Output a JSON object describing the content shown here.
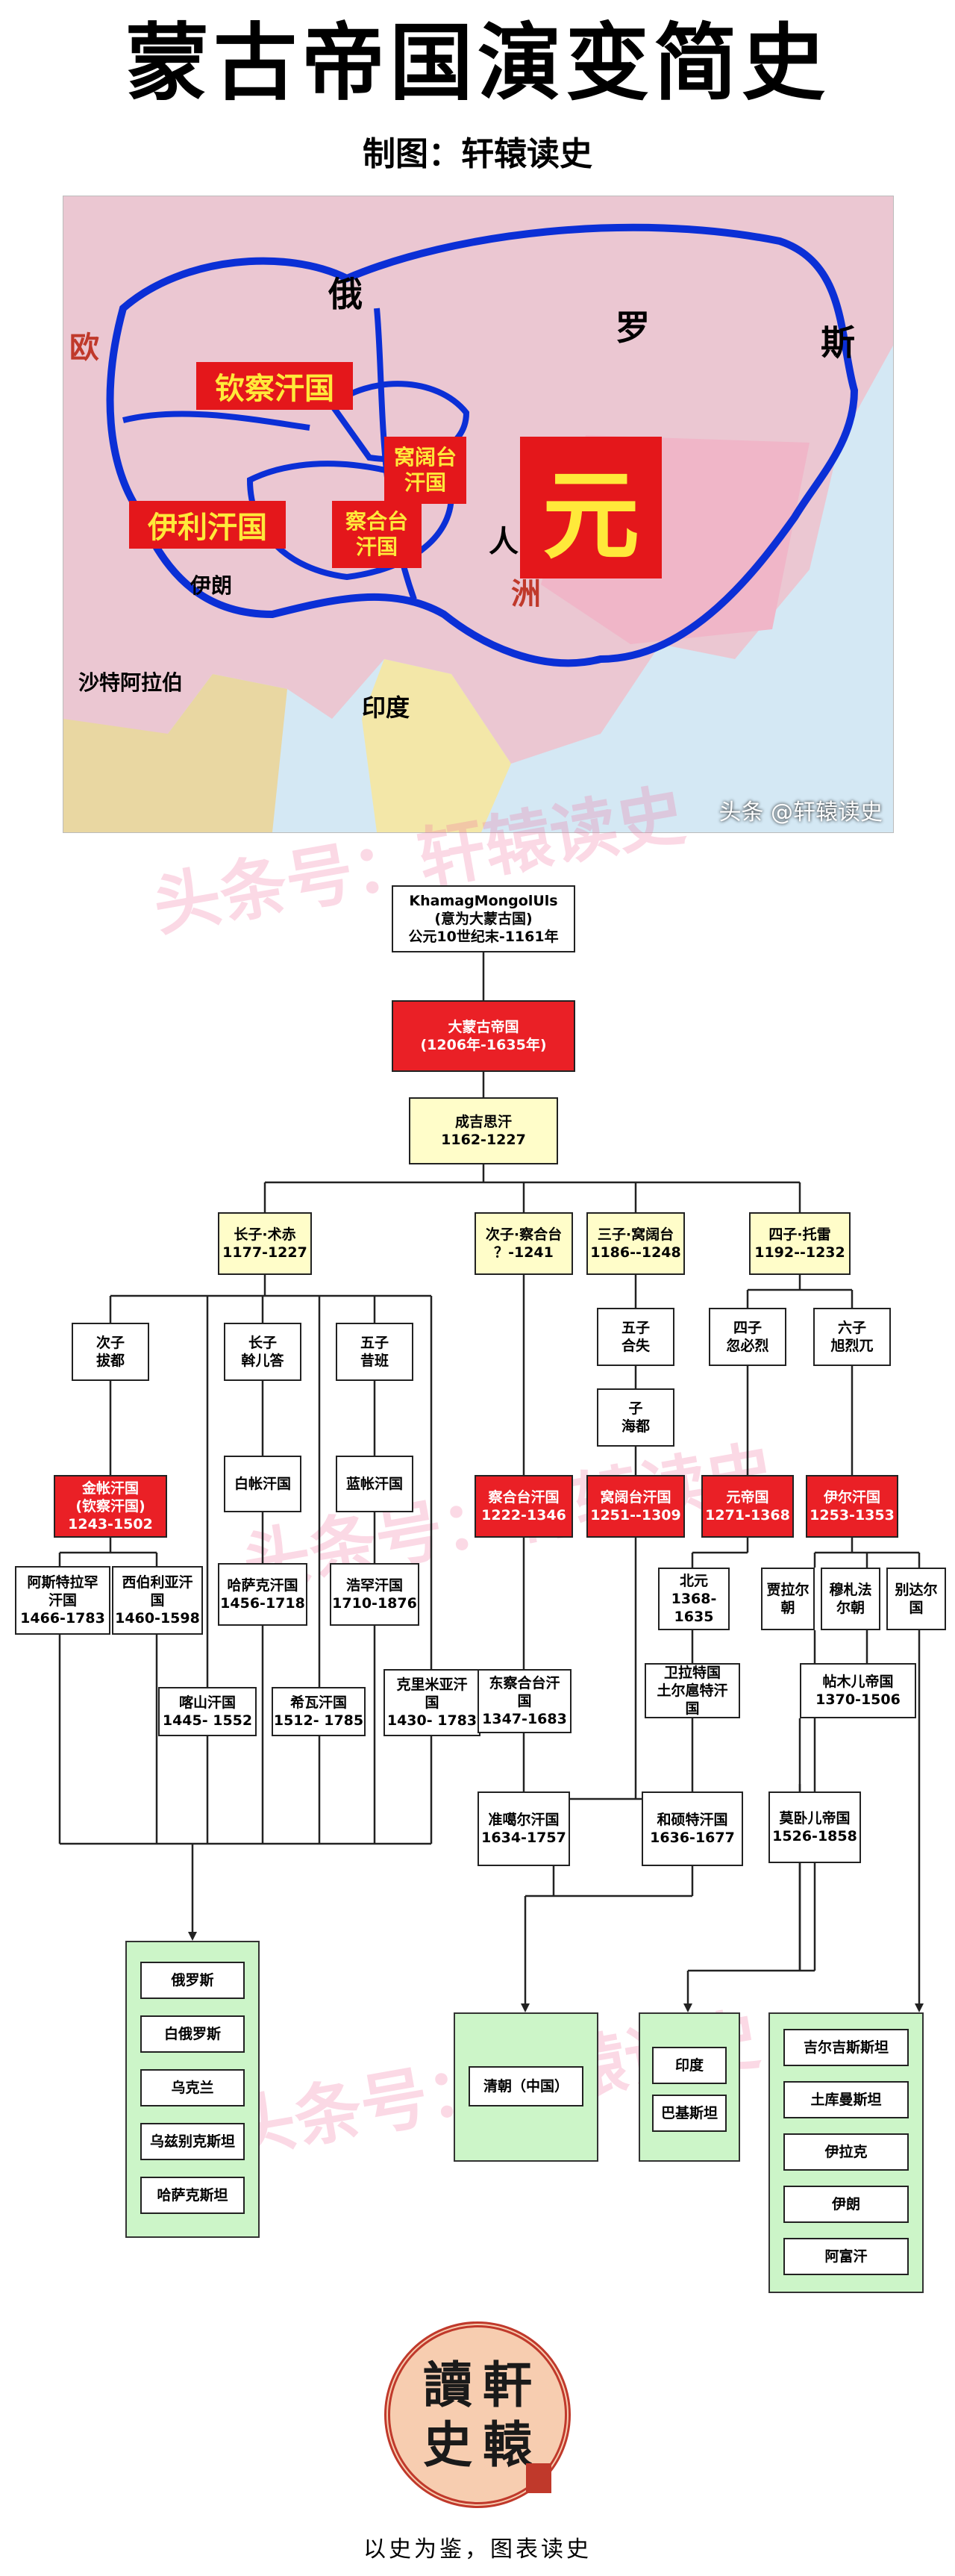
{
  "header": {
    "title": "蒙古帝国演变简史",
    "subtitle": "制图：轩辕读史"
  },
  "map": {
    "labels": {
      "russia_a": "俄",
      "russia_b": "罗",
      "russia_c": "斯",
      "europe": "欧",
      "asia_a": "人",
      "asia_b": "洲",
      "india": "印度",
      "arabia": "沙特阿拉伯",
      "iran": "伊朗"
    },
    "khanates": {
      "kipchak": "钦察汗国",
      "ilkhan": "伊利汗国",
      "ogedei": "窝阔台\n汗国",
      "chagatai": "察合台\n汗国",
      "yuan": "元"
    },
    "credit": "头条 @轩辕读史"
  },
  "watermarks": [
    "头条号：轩辕读史",
    "头条号：轩辕读史",
    "头条号：轩辕读史"
  ],
  "tree": {
    "root": "KhamagMongolUls\n(意为大蒙古国)\n公元10世纪末-1161年",
    "empire": "大蒙古帝国\n(1206年-1635年)",
    "genghis": "成吉思汗\n1162-1227",
    "son1": "长子·术赤\n1177-1227",
    "son2": "次子·察合台\n？-1241",
    "son3": "三子·窝阔台\n1186--1248",
    "son4": "四子·托雷\n1192--1232",
    "batu": "次子\n拔都",
    "orda": "长子\n斡儿答",
    "shiban": "五子\n昔班",
    "hedan": "五子\n合失",
    "haidu": "子\n海都",
    "kublai": "四子\n忽必烈",
    "hulagu": "六子\n旭烈兀",
    "white_horde": "白帐汗国",
    "blue_horde": "蓝帐汗国",
    "golden_horde": "金帐汗国\n(钦察汗国)\n1243-1502",
    "chagatai_kh": "察合台汗国\n1222-1346",
    "ogedei_kh": "窝阔台汗国\n1251--1309",
    "yuan_kh": "元帝国\n1271-1368",
    "ilkhan_kh": "伊尔汗国\n1253-1353",
    "astrakhan": "阿斯特拉罕\n汗国\n1466-1783",
    "siberia": "西伯利亚汗\n国\n1460-1598",
    "kazakh": "哈萨克汗国\n1456-1718",
    "khorazm": "浩罕汗国\n1710-1876",
    "kazan": "喀山汗国\n1445- 1552",
    "khiva": "希瓦汗国\n1512- 1785",
    "crimea": "克里米亚汗\n国\n1430- 1783",
    "east_chagatai": "东察合台汗\n国\n1347-1683",
    "northern_yuan": "北元\n1368-1635",
    "jalayir": "贾拉尔\n朝",
    "muzaffar": "穆札法\n尔朝",
    "beida": "别达尔\n国",
    "oirat": "卫拉特国\n土尔扈特汗\n国",
    "timurid": "帖木儿帝国\n1370-1506",
    "dzungar": "准噶尔汗国\n1634-1757",
    "khoshut": "和硕特汗国\n1636-1677",
    "mughal": "莫卧儿帝国\n1526-1858",
    "group_west": [
      "俄罗斯",
      "白俄罗斯",
      "乌克兰",
      "乌兹别克斯坦",
      "哈萨克斯坦"
    ],
    "group_qing": [
      "清朝（中国）"
    ],
    "group_india": [
      "印度",
      "巴基斯坦"
    ],
    "group_central": [
      "吉尔吉斯斯坦",
      "土库曼斯坦",
      "伊拉克",
      "伊朗",
      "阿富汗"
    ]
  },
  "logo": {
    "chars": [
      "讀",
      "軒",
      "史",
      "轅"
    ],
    "slogan": "以史为鉴，图表读史"
  },
  "colors": {
    "red": "#ea2026",
    "yellow": "#fffdc9",
    "green": "#ccf5c8",
    "border": "#0b2fd6"
  }
}
